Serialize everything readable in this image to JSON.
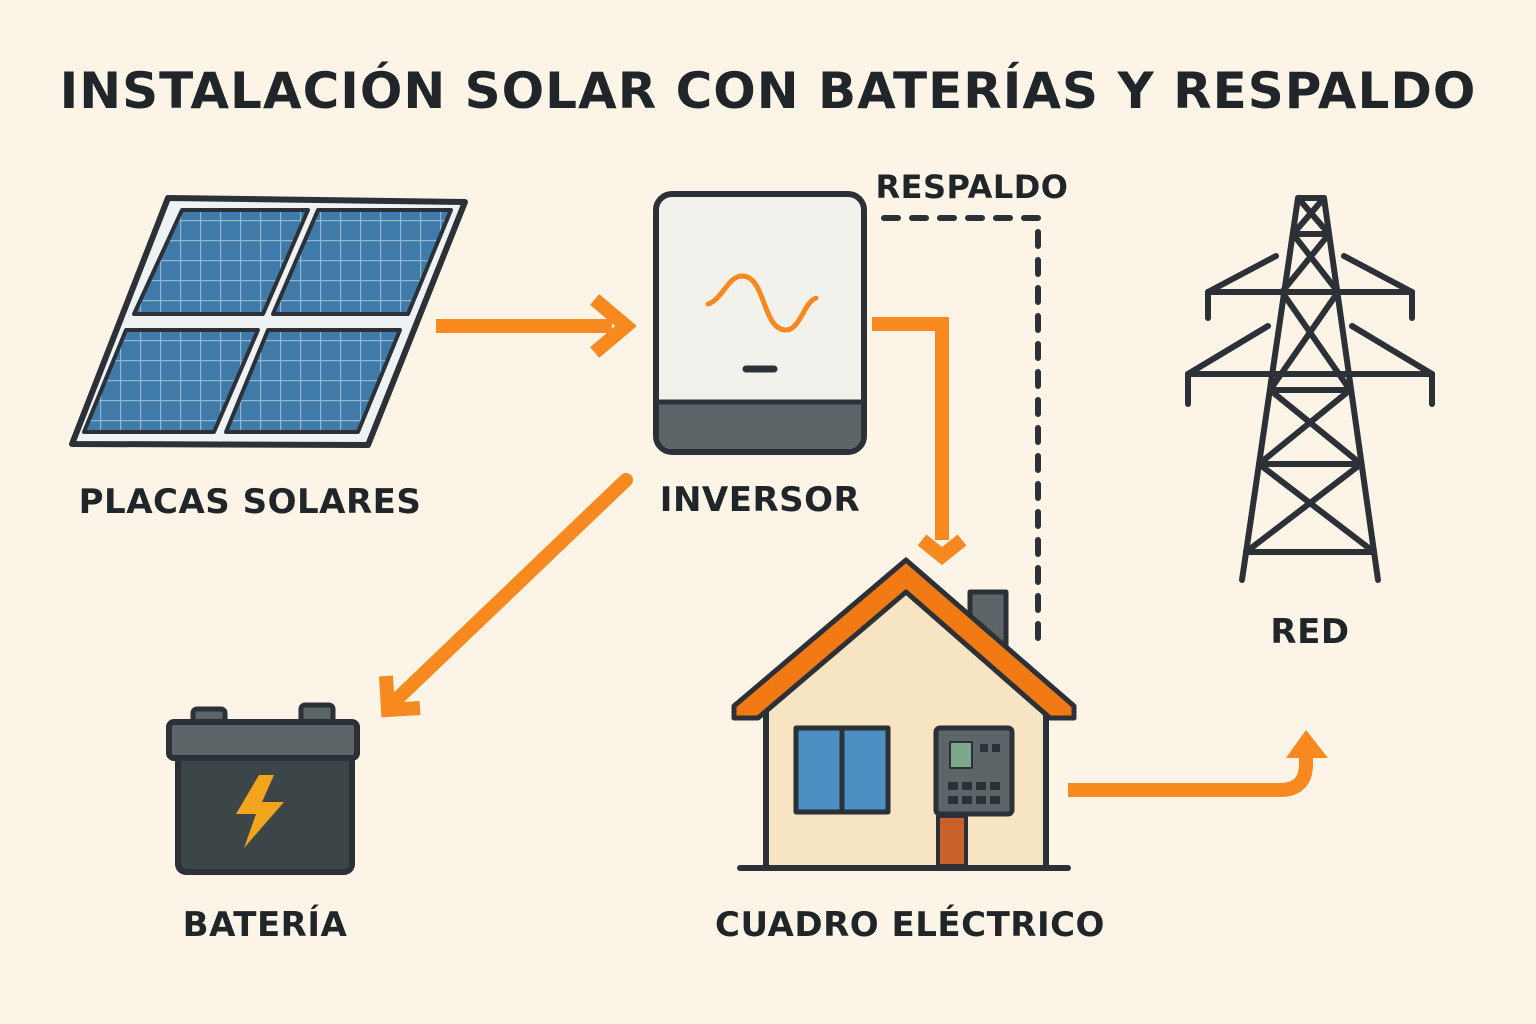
{
  "title": "INSTALACIÓN SOLAR CON BATERÍAS Y RESPALDO",
  "nodes": {
    "solar_panels": {
      "label": "PLACAS SOLARES",
      "icon": "solar-panel-icon"
    },
    "inverter": {
      "label": "INVERSOR",
      "icon": "inverter-icon"
    },
    "battery": {
      "label": "BATERÍA",
      "icon": "battery-icon"
    },
    "electrical_panel": {
      "label": "CUADRO ELÉCTRICO",
      "icon": "house-icon"
    },
    "grid": {
      "label": "RED",
      "icon": "power-tower-icon"
    }
  },
  "connections": [
    {
      "from": "solar_panels",
      "to": "inverter",
      "style": "solid"
    },
    {
      "from": "inverter",
      "to": "battery",
      "style": "solid"
    },
    {
      "from": "inverter",
      "to": "electrical_panel",
      "style": "solid"
    },
    {
      "from": "electrical_panel",
      "to": "grid",
      "style": "solid"
    },
    {
      "from": "inverter",
      "to": "electrical_panel",
      "style": "dashed",
      "label": "RESPALDO"
    }
  ],
  "colors": {
    "background": "#fcf4e6",
    "flow_arrow": "#f7891f",
    "outline": "#2b3136",
    "panel_cell": "#3f7aa8",
    "roof": "#f27a14",
    "house_wall": "#f7e4c2"
  }
}
